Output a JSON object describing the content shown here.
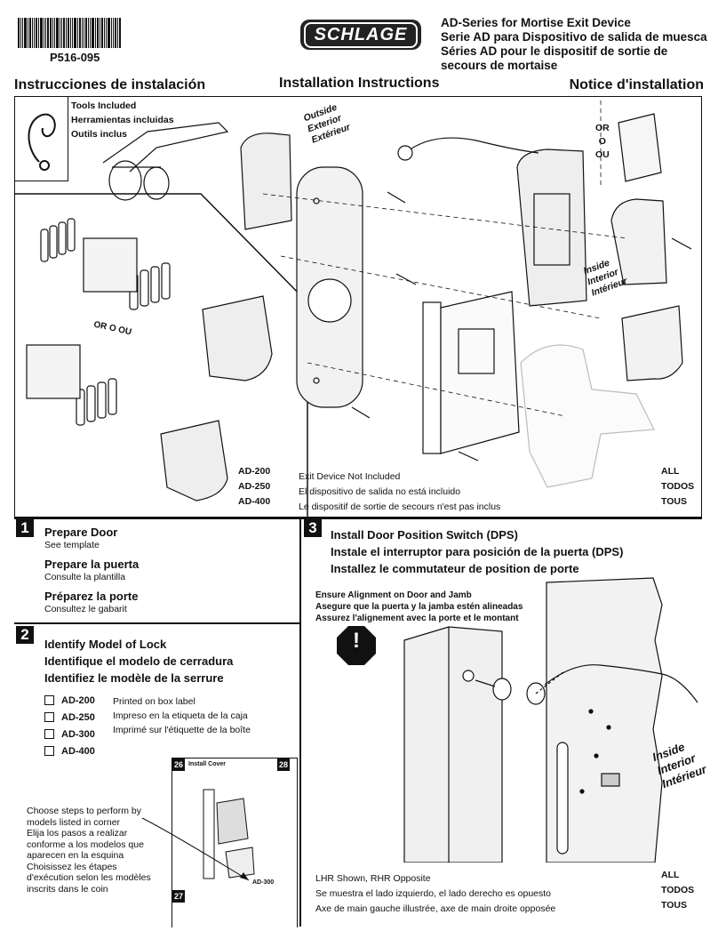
{
  "header": {
    "part_number": "P516-095",
    "brand": "SCHLAGE",
    "product_title_lines": [
      "AD-Series for Mortise Exit Device",
      "Serie AD para Dispositivo de salida de muesca",
      "Séries AD pour le dispositif de sortie de",
      "secours de mortaise"
    ],
    "title_es": "Instrucciones de instalación",
    "title_en": "Installation Instructions",
    "title_fr": "Notice d'installation"
  },
  "overview": {
    "tools_lines": [
      "Tools Included",
      "Herramientas incluidas",
      "Outils inclus"
    ],
    "exterior_lines": [
      "Outside",
      "Exterior",
      "Extérieur"
    ],
    "interior_lines": [
      "Inside",
      "Interior",
      "Intérieur"
    ],
    "or_lines": [
      "OR",
      "O",
      "OU"
    ],
    "or_inline": "OR  O  OU",
    "models_left": [
      "AD-200",
      "AD-250",
      "AD-400"
    ],
    "models_right": [
      "ALL",
      "TODOS",
      "TOUS"
    ],
    "exit_note": [
      "Exit Device Not Included",
      "El dispositivo de salida no está incluido",
      "Le dispositif de sortie de secours n'est pas inclus"
    ]
  },
  "step1": {
    "number": "1",
    "blocks": [
      {
        "title": "Prepare Door",
        "sub": "See template"
      },
      {
        "title": "Prepare la puerta",
        "sub": "Consulte la plantilla"
      },
      {
        "title": "Préparez la porte",
        "sub": "Consultez le gabarit"
      }
    ]
  },
  "step2": {
    "number": "2",
    "titles": [
      "Identify Model of Lock",
      "Identifique el modelo de cerradura",
      "Identifiez le modèle de la serrure"
    ],
    "models": [
      "AD-200",
      "AD-250",
      "AD-300",
      "AD-400"
    ],
    "label_lines": [
      "Printed on box label",
      "Impreso en la etiqueta de la caja",
      "Imprimé sur l'étiquette de la boîte"
    ],
    "corner_note": [
      "Choose steps to perform by",
      "models listed in corner",
      "Elija los pasos a realizar",
      "conforme a los modelos que",
      "aparecen en la esquina",
      "Choisissez les étapes",
      "d'exécution selon les modèles",
      "inscrits dans le coin"
    ],
    "thumb": {
      "n1": "26",
      "n2": "28",
      "n3": "27",
      "label": "Install Cover",
      "model": "AD-300"
    }
  },
  "step3": {
    "number": "3",
    "titles": [
      "Install Door Position Switch (DPS)",
      "Instale el interruptor para posición de la puerta (DPS)",
      "Installez le commutateur de position de porte"
    ],
    "alignment": [
      "Ensure Alignment on Door and Jamb",
      "Asegure que la puerta y la jamba estén alineadas",
      "Assurez l'alignement avec la porte et le montant"
    ],
    "warning": "!",
    "inside": [
      "Inside",
      "Interior",
      "Intérieur"
    ],
    "hand_note": [
      "LHR Shown, RHR Opposite",
      "Se muestra el lado izquierdo, el lado derecho es opuesto",
      "Axe de main gauche illustrée, axe de main droite opposée"
    ],
    "models": [
      "ALL",
      "TODOS",
      "TOUS"
    ]
  }
}
